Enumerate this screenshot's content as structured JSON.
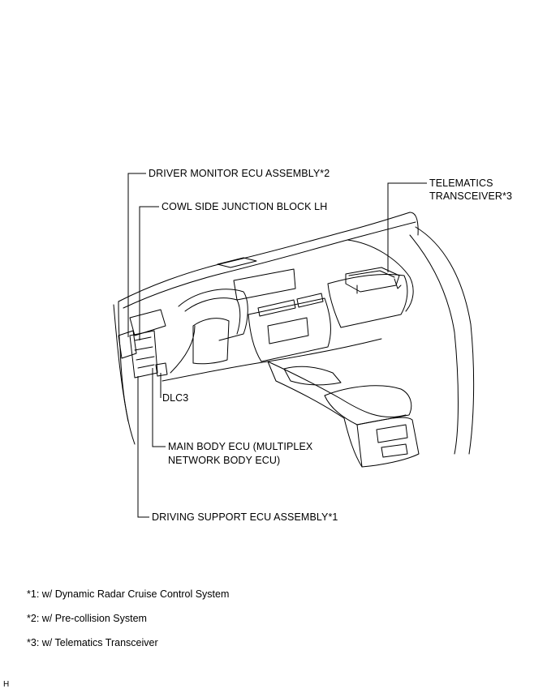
{
  "callouts": {
    "driver_monitor": "DRIVER MONITOR ECU ASSEMBLY*2",
    "cowl_side": "COWL SIDE JUNCTION BLOCK LH",
    "telematics_line1": "TELEMATICS",
    "telematics_line2": "TRANSCEIVER*3",
    "dlc3": "DLC3",
    "main_body_line1": "MAIN BODY ECU (MULTIPLEX",
    "main_body_line2": "NETWORK BODY ECU)",
    "driving_support": "DRIVING SUPPORT ECU ASSEMBLY*1"
  },
  "notes": [
    "*1: w/ Dynamic Radar Cruise Control System",
    "*2: w/ Pre-collision System",
    "*3: w/ Telematics Transceiver"
  ],
  "corner_mark": "H"
}
